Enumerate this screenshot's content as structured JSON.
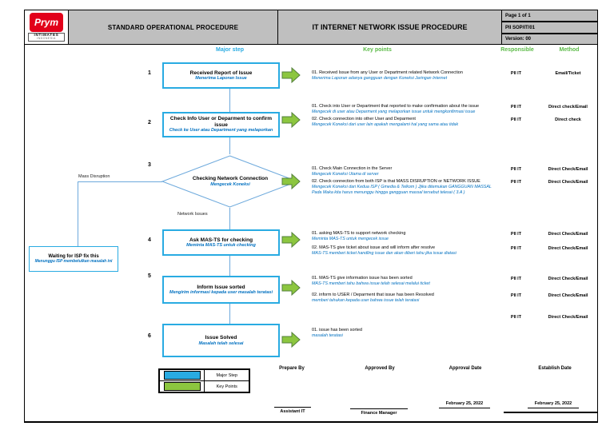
{
  "header": {
    "logo": {
      "brand": "Prym",
      "sub1": "INTIMATES",
      "sub2": "INDONESIA"
    },
    "doc_type": "STANDARD OPERATIONAL PROCEDURE",
    "title": "IT INTERNET NETWORK ISSUE PROCEDURE",
    "page": "Page 1 of 1",
    "doc_code": "PII SOP/IT/01",
    "version": "Version: 00"
  },
  "columns": {
    "major_step": "Major step",
    "key_points": "Key points",
    "responsible": "Responsible",
    "method": "Method"
  },
  "flow": {
    "steps": [
      {
        "num": "1",
        "title": "Received Report of Issue",
        "subtitle": "Menerima Laporan Issue"
      },
      {
        "num": "2",
        "title": "Check Info User or Deparment to confirm issue",
        "subtitle": "Check ke User atau Department yang melaporkan"
      },
      {
        "num": "3",
        "title": "Checking Network Connection",
        "subtitle": "Mengecek Koneksi"
      },
      {
        "num": "4",
        "title": "Ask MAS-TS for checking",
        "subtitle": "Meminta MAS-TS untuk checking"
      },
      {
        "num": "5",
        "title": "Inform Issue sorted",
        "subtitle": "Mengirim informasi kepada user masalah teratasi"
      },
      {
        "num": "6",
        "title": "Issue Solved",
        "subtitle": "Masalah telah selesai"
      }
    ],
    "branch_labels": {
      "mass_disruption": "Mass Disruption",
      "network_issues": "Network Issues"
    },
    "waiting_box": {
      "title": "Waiting for ISP fix this",
      "subtitle": "Menunggu ISP membetulkan masalah ini"
    }
  },
  "key_points": [
    {
      "en": "01. Received Issue from any User or Department related Network Connection",
      "id": "Menerima Laporan adanya gangguan dengan Koneksi Jaringan Internet",
      "responsible": "PII IT",
      "method": "Email/Ticket"
    },
    {
      "en": "01. Check into User or Department that reported to make confirmation about the issue",
      "id": "Mengecek di user atau Deparment yang melaporkan issue untuk mengkonfirmasi issue",
      "responsible": "PII IT",
      "method": "Direct check/Email"
    },
    {
      "en": "02. Check connection into other User and Deparment",
      "id": "Mengecek Koneksi dari user lain apakah mengalami hal yang sama atau tidak",
      "responsible": "PII IT",
      "method": "Direct check"
    },
    {
      "en": "01. Check Main Connection in the Server",
      "id": "Mengecek Koneksi Utama di server",
      "responsible": "PII IT",
      "method": "Direct Check/Email"
    },
    {
      "en": "02. Check connection from both ISP is that MASS DISRUPTION or NETWORK ISSUE",
      "id": "Mengecek Koneksi dari Kedua ISP ( Gmedia & Telkom )  Jjika ditemukan GANGGUAN MASSAL Pada Maka kita harus menunggu hingga gangguan massal tersebut telesai  ( 3.A )",
      "responsible": "PII IT",
      "method": "Direct Check/Email"
    },
    {
      "en": "01. asking MAS-TS to support network checking",
      "id": "Meminta MAS-TS untuk mengecek issue",
      "responsible": "PII IT",
      "method": "Direct Check/Email"
    },
    {
      "en": "02. MAS-TS give ticket about issue and will inform after resolve",
      "id": "MAS-TS memberi ticket handling issue dan akan diberi tahu jika issue diatasi",
      "responsible": "PII IT",
      "method": "Direct Check/Email"
    },
    {
      "en": "01. MAS-TS give information issue has been sorted",
      "id": "MAS-TS memberi tahu bahwa issue telah selesai melalui ticket",
      "responsible": "PII IT",
      "method": "Direct Check/Email"
    },
    {
      "en": "02. inform to USER / Deparment that issue has been Resolved",
      "id": "memberi tahukan kepada user bahwa issue telah teratasi",
      "responsible": "PII IT",
      "method": "Direct Check/Email"
    },
    {
      "en": "01. issue has been sorted",
      "id": "masalah teratasi",
      "responsible": "PII IT",
      "method": "Direct Check/Email"
    }
  ],
  "legend": [
    {
      "label": "Major Step",
      "color": "#29ABE2"
    },
    {
      "label": "Key Points",
      "color": "#8CC63F"
    }
  ],
  "footer": {
    "prepare_by_label": "Prepare By",
    "approved_by_label": "Approved By",
    "approval_date_label": "Approval Date",
    "establish_date_label": "Establish Date",
    "prepare_by_name": "Assistant IT",
    "approved_by_name": "Finance Manager",
    "approval_date": "February 25, 2022",
    "establish_date": "February 25, 2022"
  },
  "colors": {
    "box_border": "#29ABE2",
    "arrow_fill": "#8CC63F",
    "header_gray": "#BFBFBF",
    "major_step_header_text": "#29ABE2",
    "key_points_header_text": "#5BBA47",
    "indonesian_text": "#0070C0",
    "logo_red": "#E2001A",
    "connector_blue": "#6DA9DC"
  }
}
